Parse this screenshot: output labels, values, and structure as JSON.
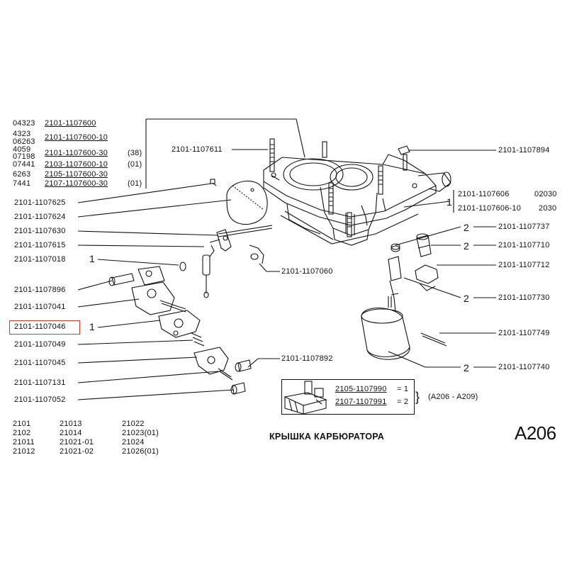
{
  "header_table": [
    {
      "a": "04323",
      "b": "2101-1107600",
      "c": ""
    },
    {
      "a": "4323",
      "b": "",
      "c": ""
    },
    {
      "a": "06263",
      "b": "2101-1107600-10",
      "c": ""
    },
    {
      "a": "4059",
      "b": "",
      "c": ""
    },
    {
      "a": "07198",
      "b": "2101-1107600-30",
      "c": "(38)"
    },
    {
      "a": "07441",
      "b": "2103-1107600-10",
      "c": "(01)"
    },
    {
      "a": "6263",
      "b": "2105-1107600-30",
      "c": ""
    },
    {
      "a": "7441",
      "b": "2107-1107600-30",
      "c": "(01)"
    }
  ],
  "left_labels": [
    "2101-1107611",
    "2101-1107625",
    "2101-1107624",
    "2101-1107630",
    "2101-1107615",
    "2101-1107018",
    "2101-1107896",
    "2101-1107041",
    "2101-1107046",
    "2101-1107049",
    "2101-1107045",
    "2101-1107131",
    "2101-1107052"
  ],
  "middle_labels": [
    "2101-1107060",
    "2101-1107892"
  ],
  "right_labels": {
    "top": "2101-1107894",
    "pair_a": "2101-1107606",
    "pair_a_suffix": "02030",
    "pair_b": "2101-1107606-10",
    "pair_b_suffix": "2030",
    "r1": "2101-1107737",
    "r2": "2101-1107710",
    "r3": "2101-1107712",
    "r4": "2101-1107730",
    "r5": "2101-1107749",
    "r6": "2101-1107740"
  },
  "quantities": {
    "q018": "1",
    "q046": "1",
    "q606": "1",
    "q737": "2",
    "q710": "2",
    "q730": "2",
    "q740": "2"
  },
  "kit": {
    "line1": "2105-1107990",
    "eq1": "= 1",
    "line2": "2107-1107991",
    "eq2": "= 2",
    "range": "(A206 - A209)"
  },
  "models": [
    [
      "2101",
      "21013",
      "21022"
    ],
    [
      "2102",
      "21014",
      "21023(01)"
    ],
    [
      "21011",
      "21021-01",
      "21024"
    ],
    [
      "21012",
      "21021-02",
      "21026(01)"
    ]
  ],
  "title": "КРЫШКА КАРБЮРАТОРА",
  "code": "A206",
  "highlight_color": "#d9342b"
}
